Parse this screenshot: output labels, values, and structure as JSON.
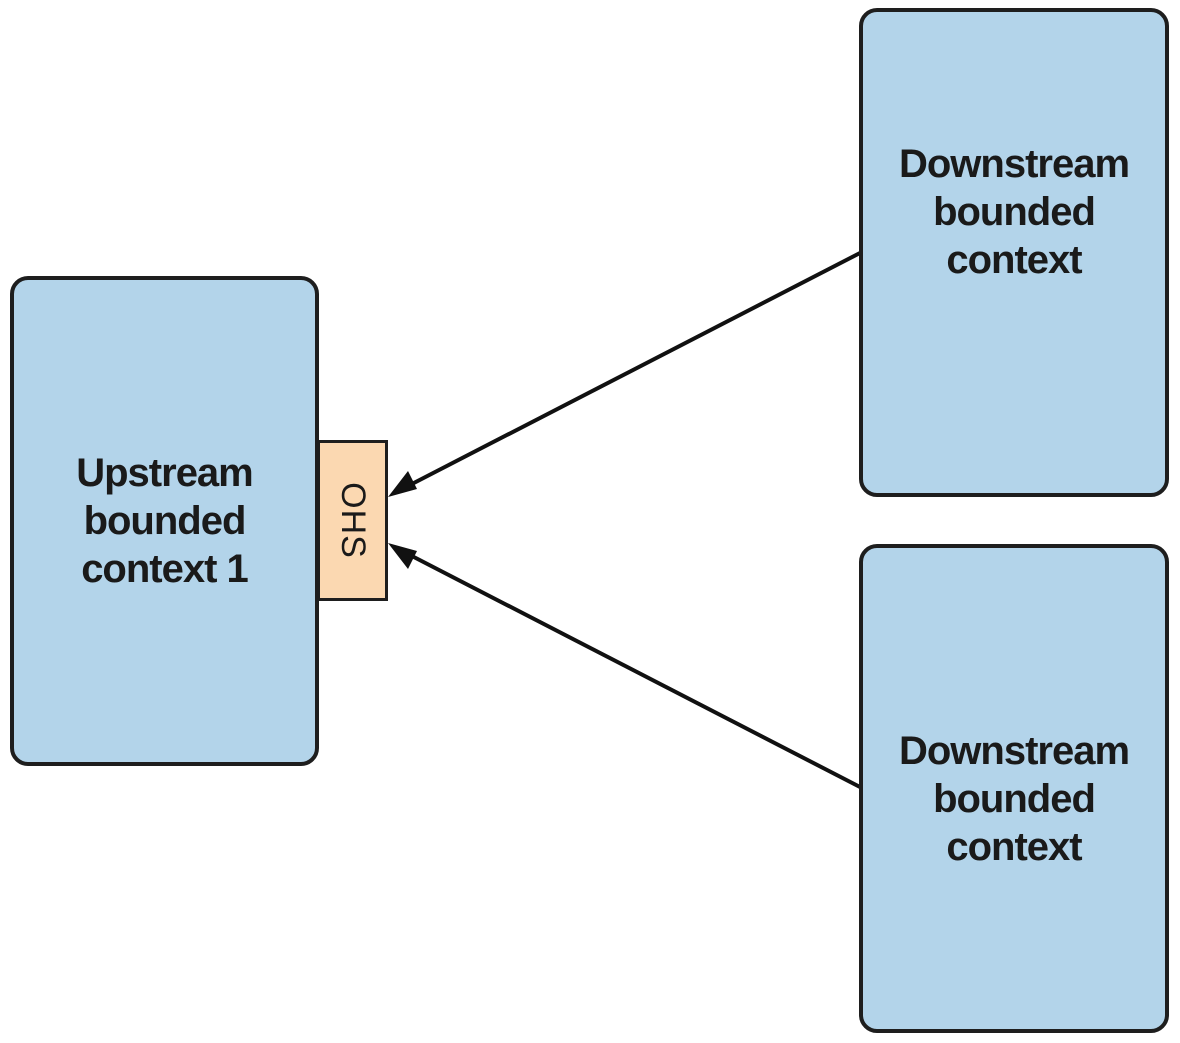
{
  "upstream_context": {
    "lines": [
      "Upstream",
      "bounded",
      "context 1"
    ]
  },
  "ohs_tab": {
    "label": "OHS"
  },
  "downstream_contexts": [
    {
      "lines": [
        "Downstream",
        "bounded",
        "context"
      ]
    },
    {
      "lines": [
        "Downstream",
        "bounded",
        "context"
      ]
    }
  ],
  "colors": {
    "context_fill": "#b3d4ea",
    "ohs_fill": "#fbd8b1",
    "stroke": "#1e1e1e"
  }
}
